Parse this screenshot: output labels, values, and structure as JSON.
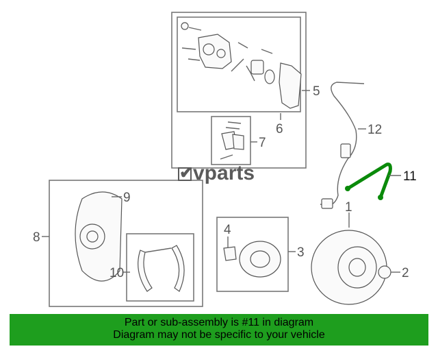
{
  "logo": "vparts",
  "callouts": {
    "c1": "1",
    "c2": "2",
    "c3": "3",
    "c4": "4",
    "c5": "5",
    "c6": "6",
    "c7": "7",
    "c8": "8",
    "c9": "9",
    "c10": "10",
    "c11": "11",
    "c12": "12"
  },
  "highlight_color": "#0a8a0a",
  "banner": {
    "line1": "Part or sub-assembly is #11 in diagram",
    "line2": "Diagram may not be specific to your vehicle",
    "background": "#1e9e1e"
  }
}
